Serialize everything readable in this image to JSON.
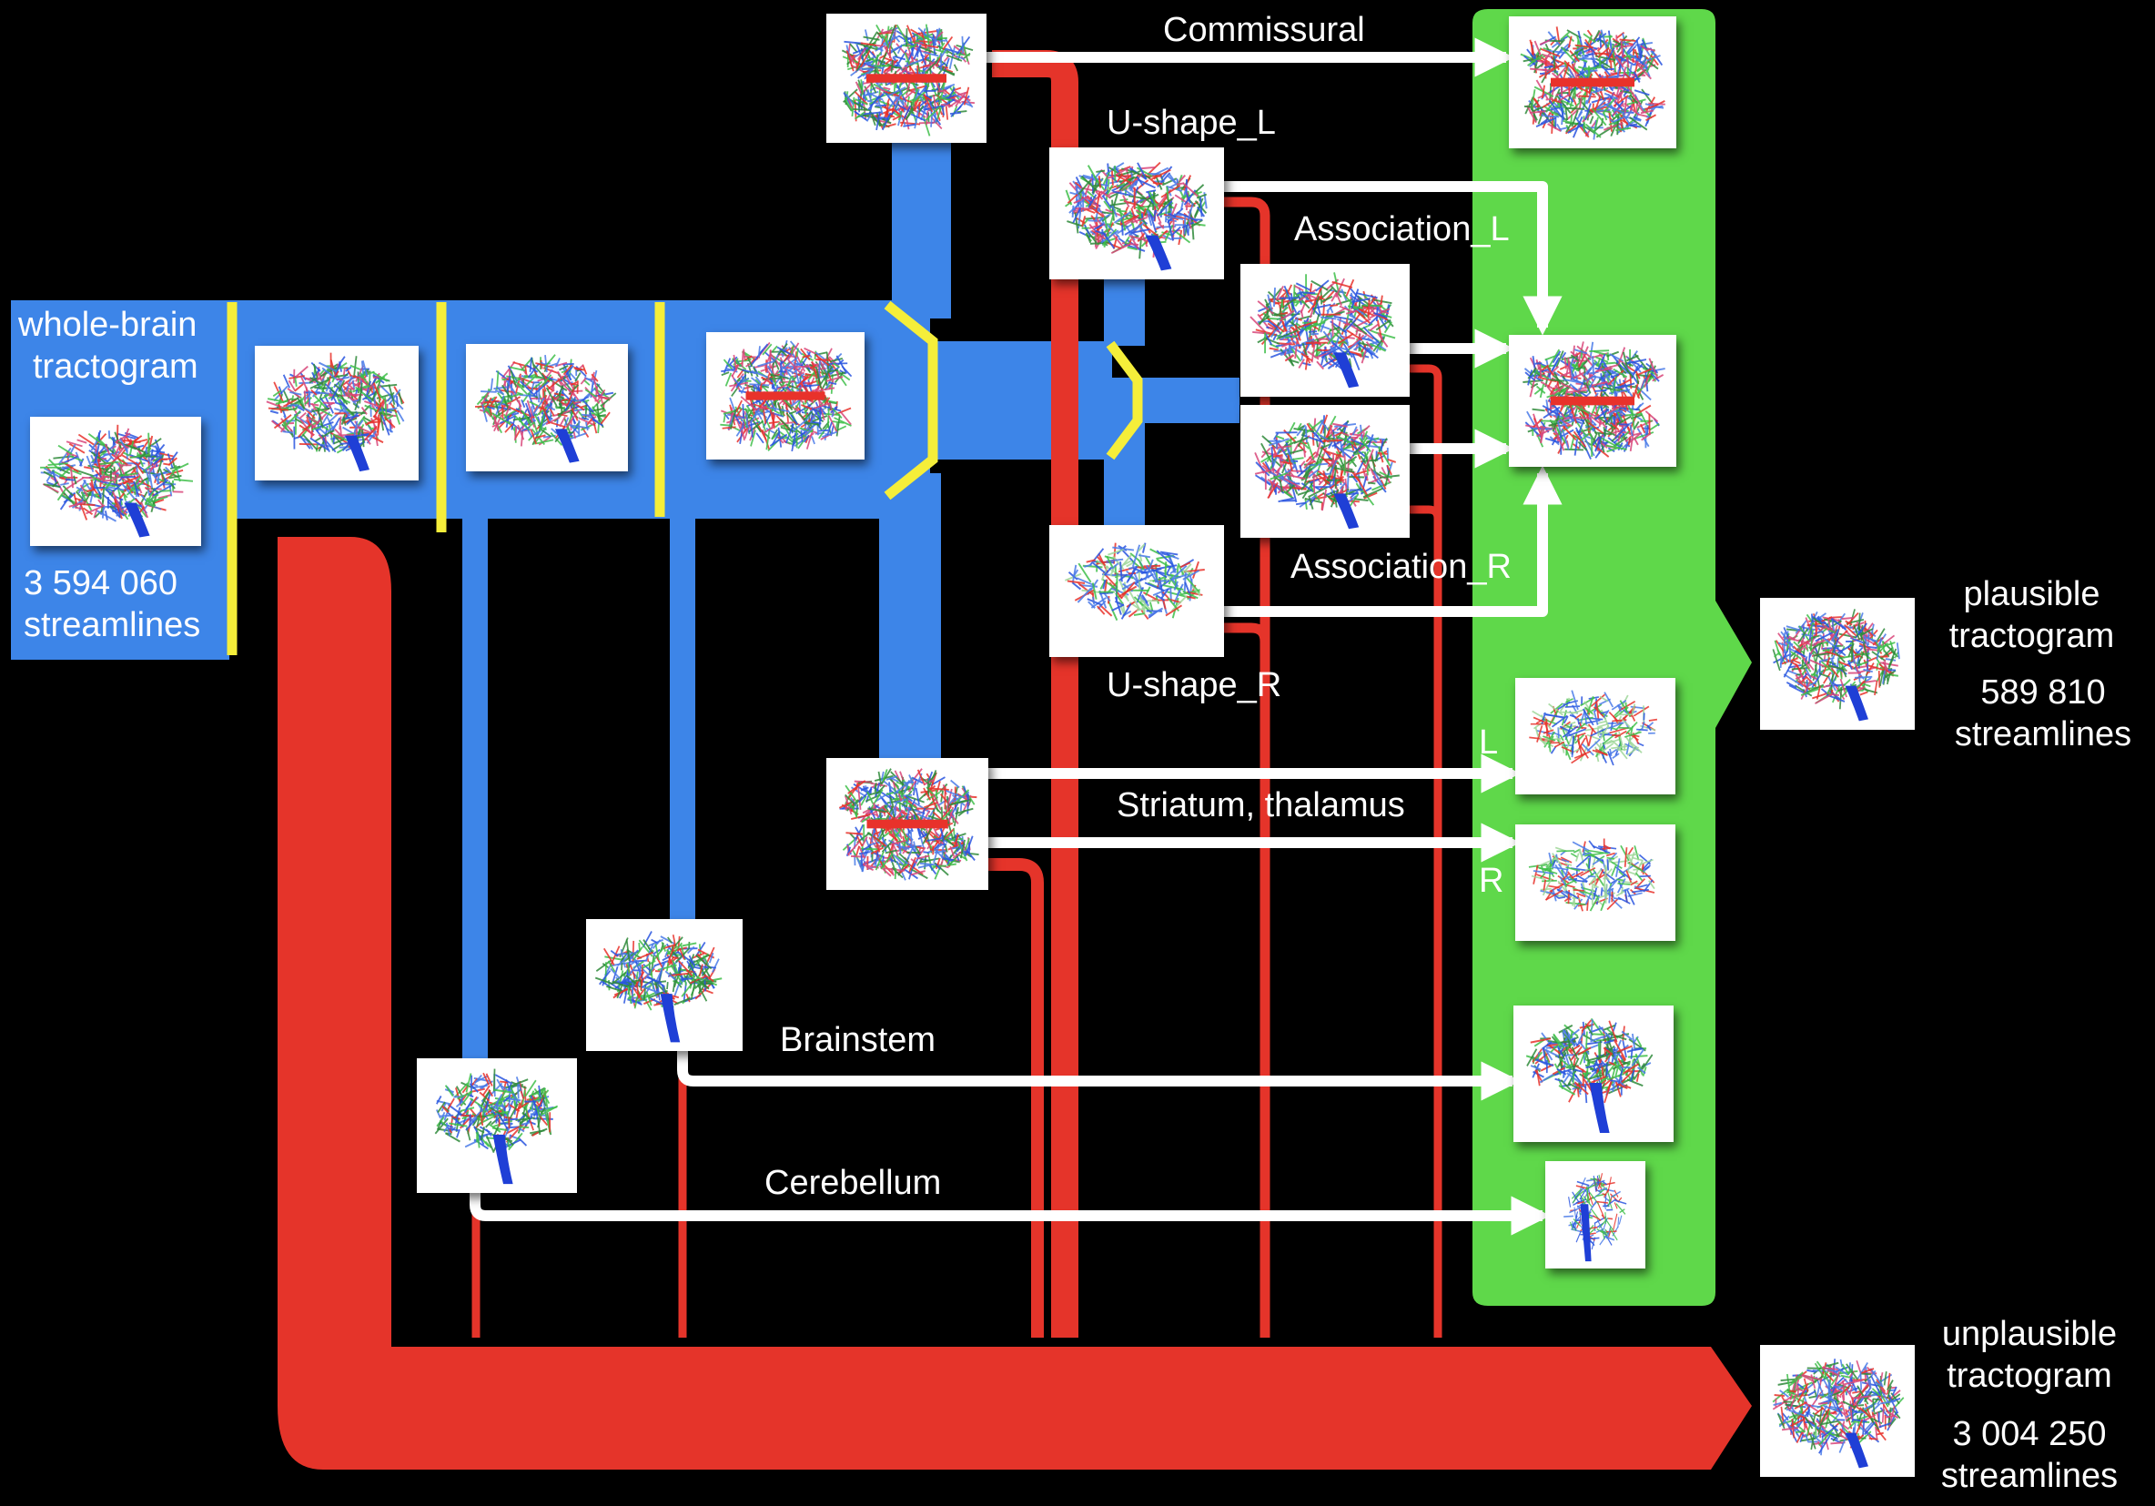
{
  "input": {
    "title_line1": "whole-brain",
    "title_line2": "tractogram",
    "count_line1": "3 594 060",
    "count_line2": "streamlines"
  },
  "bundles": {
    "commissural": "Commissural",
    "u_shape_l": "U-shape_L",
    "association_l": "Association_L",
    "association_r": "Association_R",
    "u_shape_r": "U-shape_R",
    "striatum_thalamus": "Striatum, thalamus",
    "striatum_left": "L",
    "striatum_right": "R",
    "brainstem": "Brainstem",
    "cerebellum": "Cerebellum"
  },
  "plausible": {
    "line1": "plausible",
    "line2": "tractogram",
    "count_line1": "589 810",
    "count_line2": "streamlines"
  },
  "unplausible": {
    "line1": "unplausible",
    "line2": "tractogram",
    "count_line1": "3 004 250",
    "count_line2": "streamlines"
  },
  "colors": {
    "flow_kept": "#3d85e8",
    "flow_rejected": "#e5342a",
    "plausible_panel": "#5fd84a",
    "filter_gate": "#f5ee3a",
    "output_arrow": "#ffffff"
  },
  "icons": {
    "brain_lateral": "brain-lateral-icon",
    "brain_axial": "brain-axial-icon",
    "brain_sagittal_wisp": "brain-sagittal-icon",
    "brainstem": "brainstem-icon",
    "cerebellum": "cerebellum-icon"
  }
}
